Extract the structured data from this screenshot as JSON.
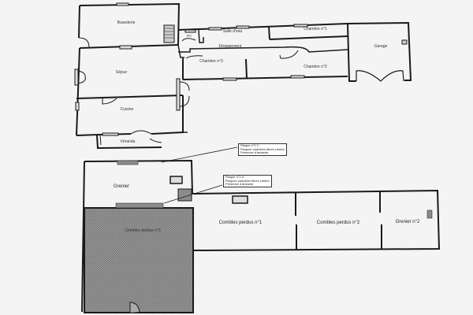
{
  "ground_floor": {
    "rooms": [
      {
        "id": "buanderie",
        "label": "Buanderie"
      },
      {
        "id": "wc",
        "label": "WC"
      },
      {
        "id": "salle_deau",
        "label": "Salle d'eau"
      },
      {
        "id": "chambre1",
        "label": "Chambre n°1"
      },
      {
        "id": "degagement",
        "label": "Dégagement"
      },
      {
        "id": "sejour",
        "label": "Séjour"
      },
      {
        "id": "chambre3",
        "label": "Chambre n°3"
      },
      {
        "id": "chambre2",
        "label": "Chambre n°2"
      },
      {
        "id": "garage",
        "label": "Garage"
      },
      {
        "id": "cuisine",
        "label": "Cuisine"
      },
      {
        "id": "veranda",
        "label": "Véranda"
      }
    ]
  },
  "attic_floor": {
    "rooms": [
      {
        "id": "grenier",
        "label": "Grenier"
      },
      {
        "id": "combles3",
        "label": "Combles perdus n°3"
      },
      {
        "id": "combles1",
        "label": "Combles perdus n°1"
      },
      {
        "id": "combles2",
        "label": "Combles perdus n°2"
      },
      {
        "id": "grenier2",
        "label": "Grenier n°2"
      }
    ],
    "annotations": [
      {
        "id": "plaque2c",
        "title": "Plaque n°2 C",
        "line1": "Plaques ondulées fibres ciment",
        "line2": "Présence d'amiante"
      },
      {
        "id": "plaque1a",
        "title": "Plaque n°1 A",
        "line1": "Plaques ondulées fibres ciment",
        "line2": "Présence d'amiante"
      }
    ]
  },
  "colors": {
    "wall": "#1a1a1a",
    "hatch": "#8a8a8a",
    "paper": "#f4f4f4"
  }
}
